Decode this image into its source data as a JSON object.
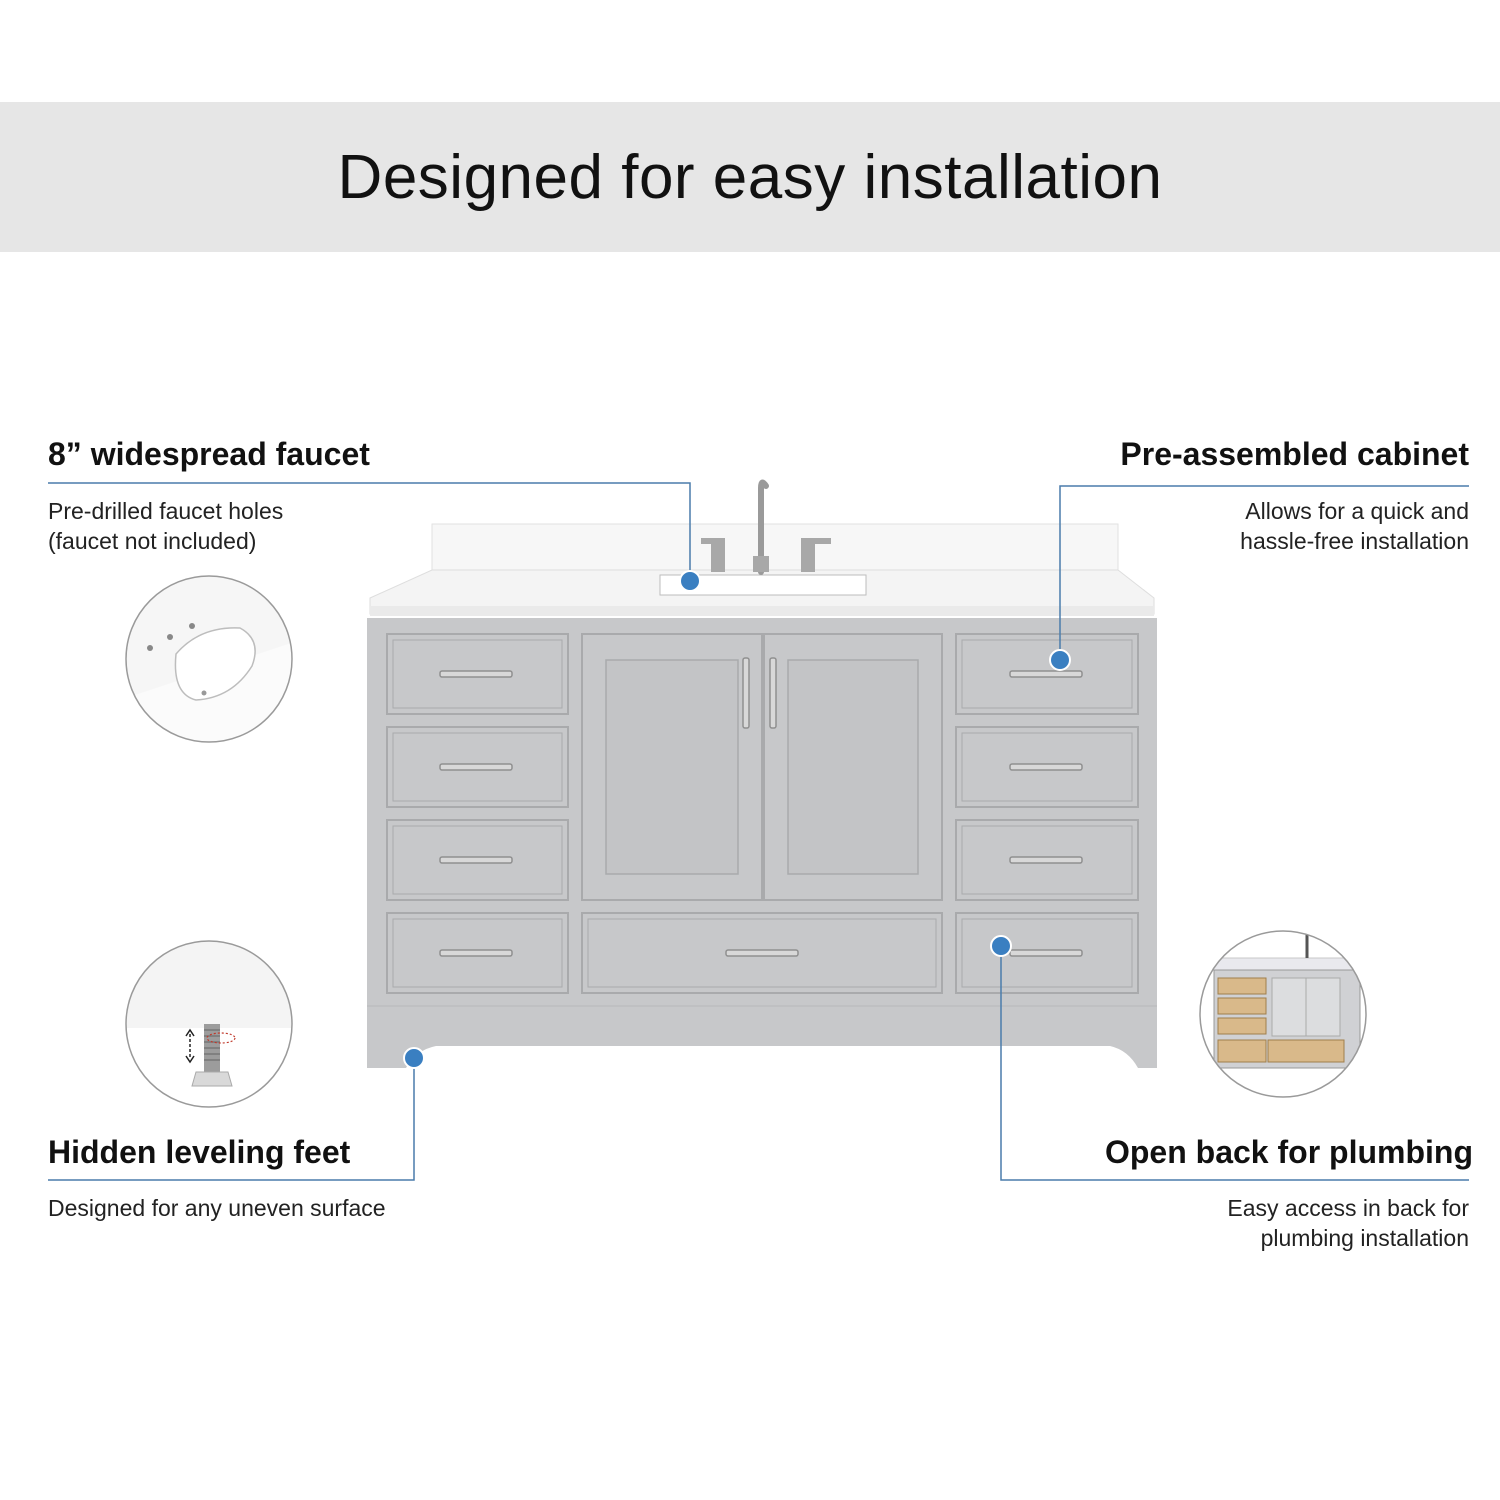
{
  "banner": {
    "title": "Designed for easy installation"
  },
  "features": {
    "faucet": {
      "title": "8” widespread faucet",
      "desc_1": "Pre-drilled faucet holes",
      "desc_2": "(faucet not included)"
    },
    "cabinet": {
      "title": "Pre-assembled cabinet",
      "desc_1": "Allows for  a quick and",
      "desc_2": "hassle-free installation"
    },
    "feet": {
      "title": "Hidden leveling feet",
      "desc_1": "Designed for any uneven surface"
    },
    "plumbing": {
      "title": "Open back for plumbing",
      "desc_1": "Easy access in back for",
      "desc_2": "plumbing installation"
    }
  },
  "colors": {
    "callout_line": "#4a7cab",
    "callout_dot": "#3a7fc1",
    "banner_bg": "#e6e6e6",
    "cabinet": "#c7c8ca",
    "countertop": "#f7f7f7"
  },
  "icons": [
    "sink-detail-icon",
    "leveling-foot-icon",
    "open-back-cabinet-icon"
  ]
}
